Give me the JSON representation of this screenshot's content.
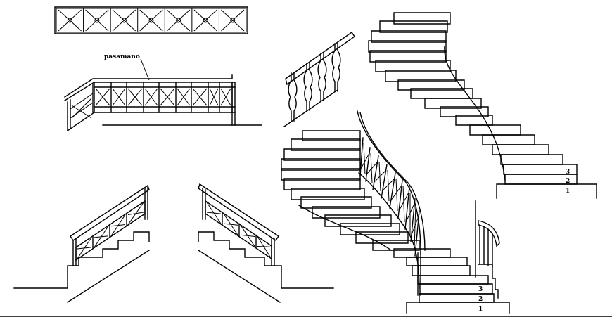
{
  "drawing": {
    "annotation_label": "pasamano",
    "stair_right_numbers": [
      "3",
      "2",
      "1"
    ],
    "stair_center_numbers": [
      "3",
      "2",
      "1"
    ]
  },
  "colors": {
    "line": "#000000",
    "background": "#ffffff"
  }
}
